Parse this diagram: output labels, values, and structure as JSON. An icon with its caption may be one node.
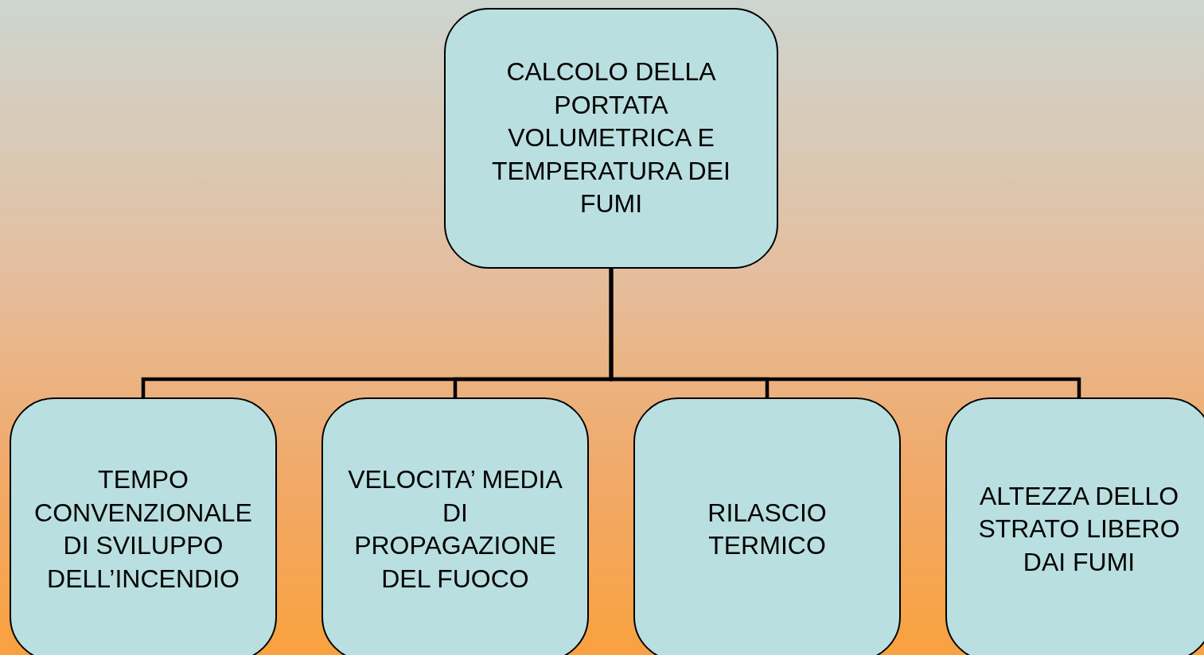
{
  "diagram": {
    "nodes": [
      {
        "text": [
          "CALCOLO DELLA PORTATA VOLUMETRICA E TEMPERATURA DEI FUMI"
        ]
      },
      {
        "text": [
          "TEMPO CONVENZIONALE DI SVILUPPO DELL’INCENDIO"
        ]
      },
      {
        "text": [
          "VELOCITA’ MEDIA DI PROPAGAZIONE DEL FUOCO"
        ]
      },
      {
        "text": [
          "RILASCIO TERMICO"
        ]
      },
      {
        "text": [
          "ALTEZZA DELLO STRATO LIBERO DAI FUMI"
        ]
      }
    ],
    "edges": [
      {
        "from": 0,
        "to": 1,
        "arrow": "none"
      },
      {
        "from": 0,
        "to": 2,
        "arrow": "none"
      },
      {
        "from": 0,
        "to": 3,
        "arrow": "none"
      },
      {
        "from": 0,
        "to": 4,
        "arrow": "none"
      }
    ]
  }
}
